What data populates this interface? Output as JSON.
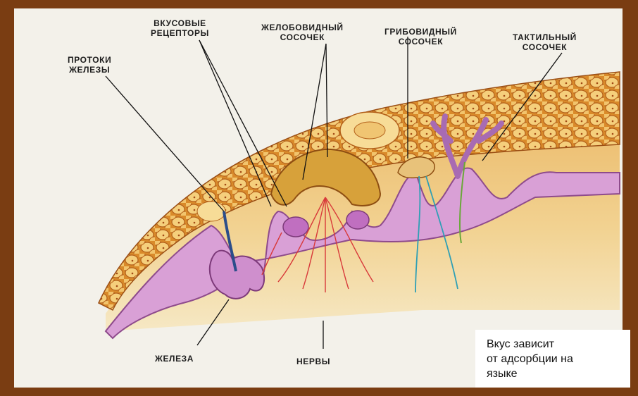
{
  "labels": {
    "ducts": [
      "ПРОТОКИ",
      "ЖЕЛЕЗЫ"
    ],
    "taste_receptors": [
      "ВКУСОВЫЕ",
      "РЕЦЕПТОРЫ"
    ],
    "grooved_papilla": [
      "ЖЕЛОБОВИДНЫЙ",
      "СОСОЧЕК"
    ],
    "fungiform_papilla": [
      "ГРИБОВИДНЫЙ",
      "СОСОЧЕК"
    ],
    "tactile_papilla": [
      "ТАКТИЛЬНЫЙ",
      "СОСОЧЕК"
    ],
    "gland": "ЖЕЛЕЗА",
    "nerves": "НЕРВЫ"
  },
  "note": [
    "Вкус зависит",
    "от адсорбции на",
    "языке"
  ],
  "colors": {
    "frame": "#7a3d12",
    "paper": "#f3f1ea",
    "tissue": "#e9a94a",
    "cells": "#f5d58a",
    "epithelium": "#d9a0d6",
    "nerve_red": "#d8393a",
    "nerve_blue": "#2f9fb5",
    "nerve_green": "#6aa83a"
  }
}
